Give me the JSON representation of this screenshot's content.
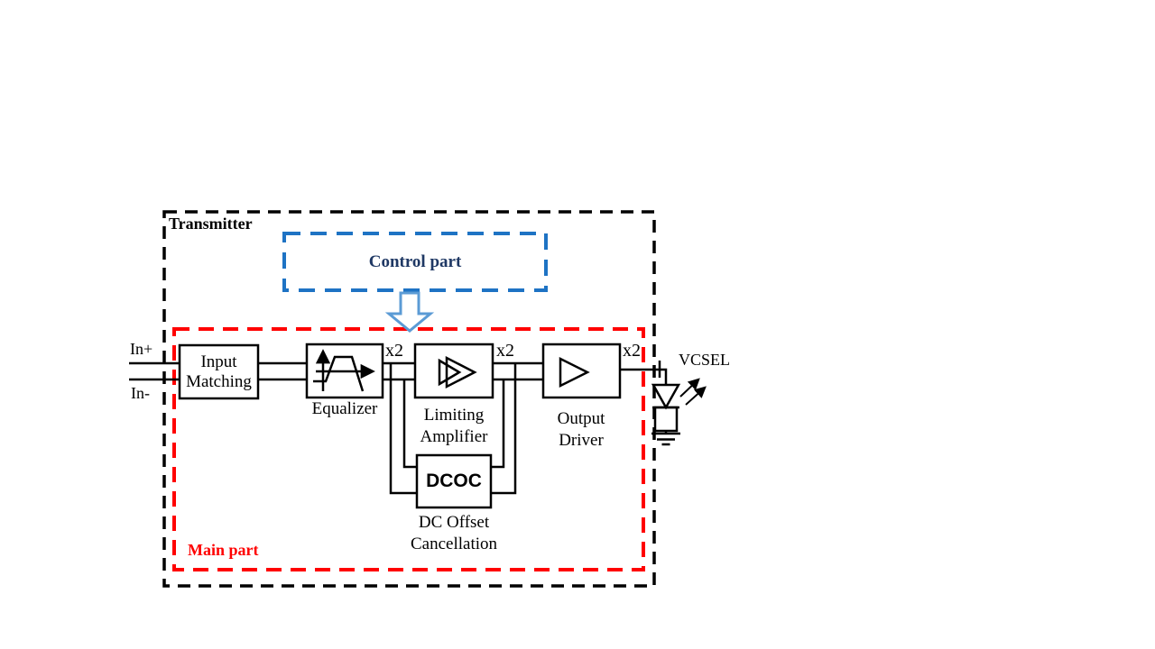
{
  "colors": {
    "ink": "#000000",
    "red": "#ff0000",
    "blue": "#1e73c4",
    "navy": "#1f3864",
    "arrowblue": "#5b9bd5",
    "bg": "#ffffff"
  },
  "regions": {
    "transmitter": "Transmitter",
    "control_part": "Control part",
    "main_part": "Main part"
  },
  "inputs": {
    "plus": "In+",
    "minus": "In-"
  },
  "blocks": {
    "input_matching": {
      "line1": "Input",
      "line2": "Matching"
    },
    "equalizer": {
      "caption": "Equalizer"
    },
    "limiting_amplifier": {
      "caption1": "Limiting",
      "caption2": "Amplifier"
    },
    "output_driver": {
      "caption1": "Output",
      "caption2": "Driver"
    },
    "dcoc": {
      "label": "DCOC",
      "caption1": "DC Offset",
      "caption2": "Cancellation"
    }
  },
  "gains": {
    "after_equalizer": "x2",
    "after_limiting_amplifier": "x2",
    "after_output_driver": "x2"
  },
  "output_device": {
    "label": "VCSEL"
  }
}
